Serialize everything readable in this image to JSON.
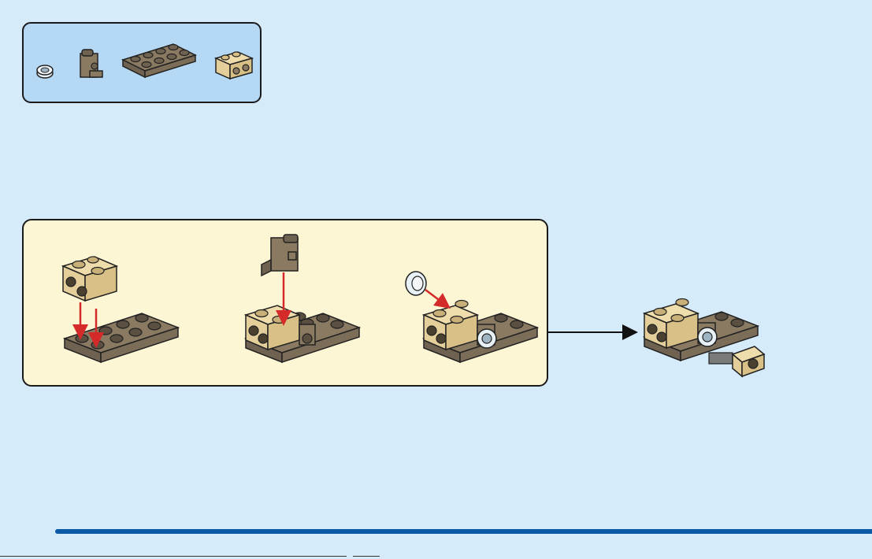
{
  "page": {
    "background": "#d5ebfa"
  },
  "parts_list": {
    "panel_color": "#b5d9f4",
    "parts": [
      {
        "name": "round-clip-icon",
        "color": "#e8f1f6"
      },
      {
        "name": "bracket-brick-icon",
        "color": "#8a7a62"
      },
      {
        "name": "plate-2x4-icon",
        "color": "#8a7a62"
      },
      {
        "name": "brick-2x2-studs-side-icon",
        "color": "#e4cf9a"
      }
    ]
  },
  "sub_assembly": {
    "panel_color": "#fdf6d4",
    "steps": [
      "step-1",
      "step-2",
      "step-3"
    ],
    "arrow_color": "#d42a2a"
  },
  "result": {
    "arrow_color": "#111111"
  },
  "footer": {
    "bar_color": "#0b5aa5"
  }
}
